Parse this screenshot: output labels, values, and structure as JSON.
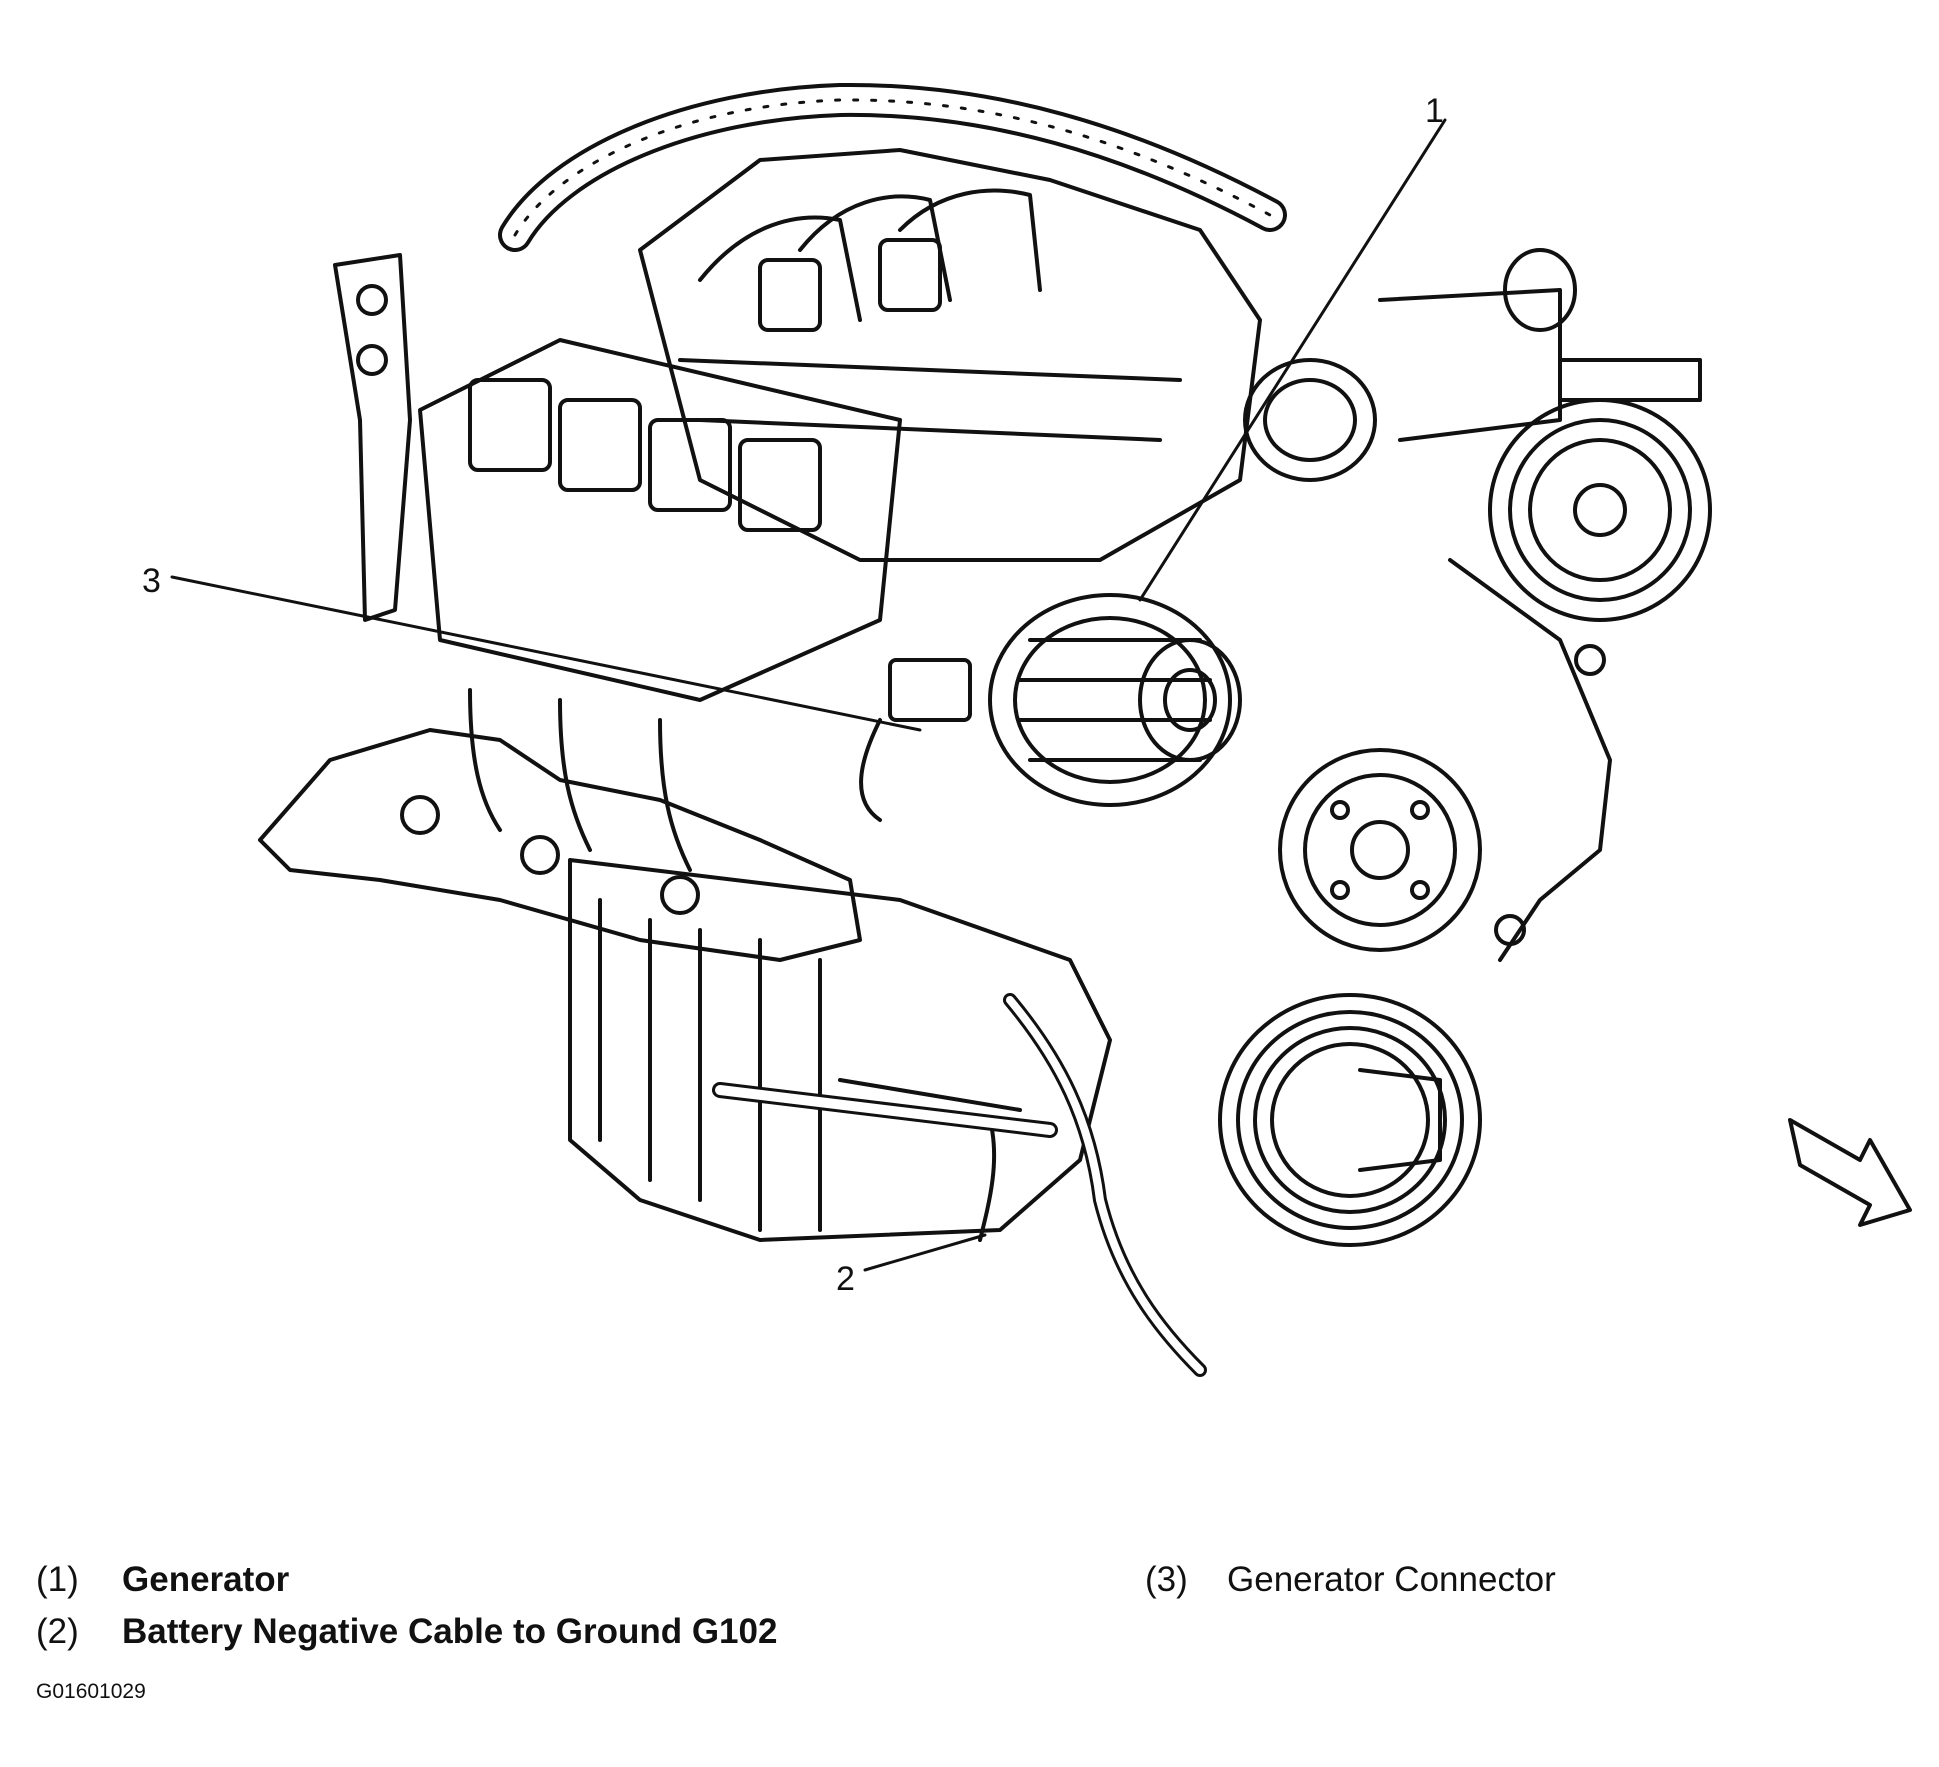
{
  "callouts": [
    {
      "number": "1"
    },
    {
      "number": "2"
    },
    {
      "number": "3"
    }
  ],
  "legend": [
    {
      "number": "(1)",
      "label": "Generator"
    },
    {
      "number": "(2)",
      "label": "Battery Negative Cable to Ground G102"
    },
    {
      "number": "(3)",
      "label": "Generator Connector"
    }
  ],
  "figure_code": "G01601029"
}
